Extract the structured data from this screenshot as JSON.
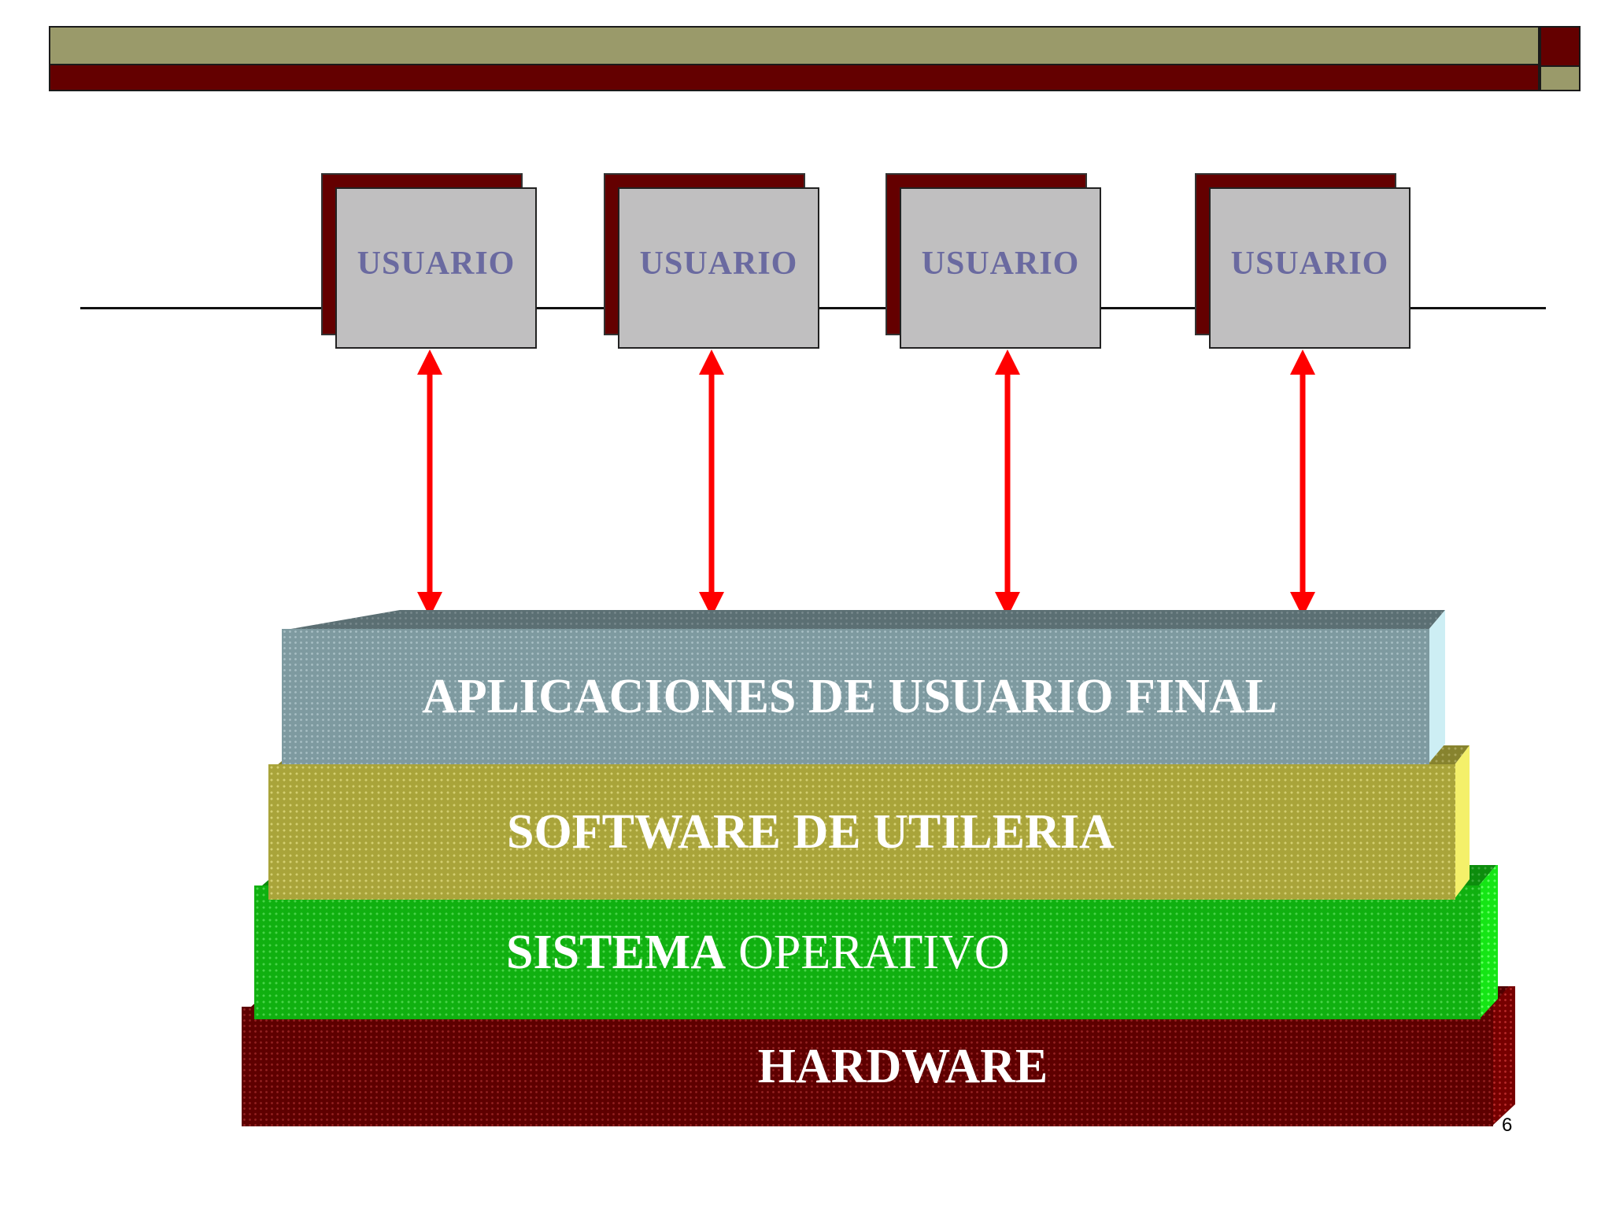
{
  "users": [
    {
      "label": "USUARIO"
    },
    {
      "label": "USUARIO"
    },
    {
      "label": "USUARIO"
    },
    {
      "label": "USUARIO"
    }
  ],
  "layers": {
    "applications": {
      "label": "APLICACIONES DE USUARIO FINAL"
    },
    "utilities": {
      "label": "SOFTWARE DE UTILERIA"
    },
    "os": {
      "label_bold": "SISTEMA",
      "label_regular": "OPERATIVO"
    },
    "hardware": {
      "label": "HARDWARE"
    }
  },
  "page_number": "6",
  "colors": {
    "header_olive": "#9a9a6a",
    "header_maroon": "#640000",
    "user_box": "#c0bfc0",
    "user_text": "#6a6aa0",
    "arrow": "#ff0000",
    "applications": "#7e9aa0",
    "utilities": "#a9a43a",
    "os": "#10b010",
    "hardware": "#5e0000"
  }
}
